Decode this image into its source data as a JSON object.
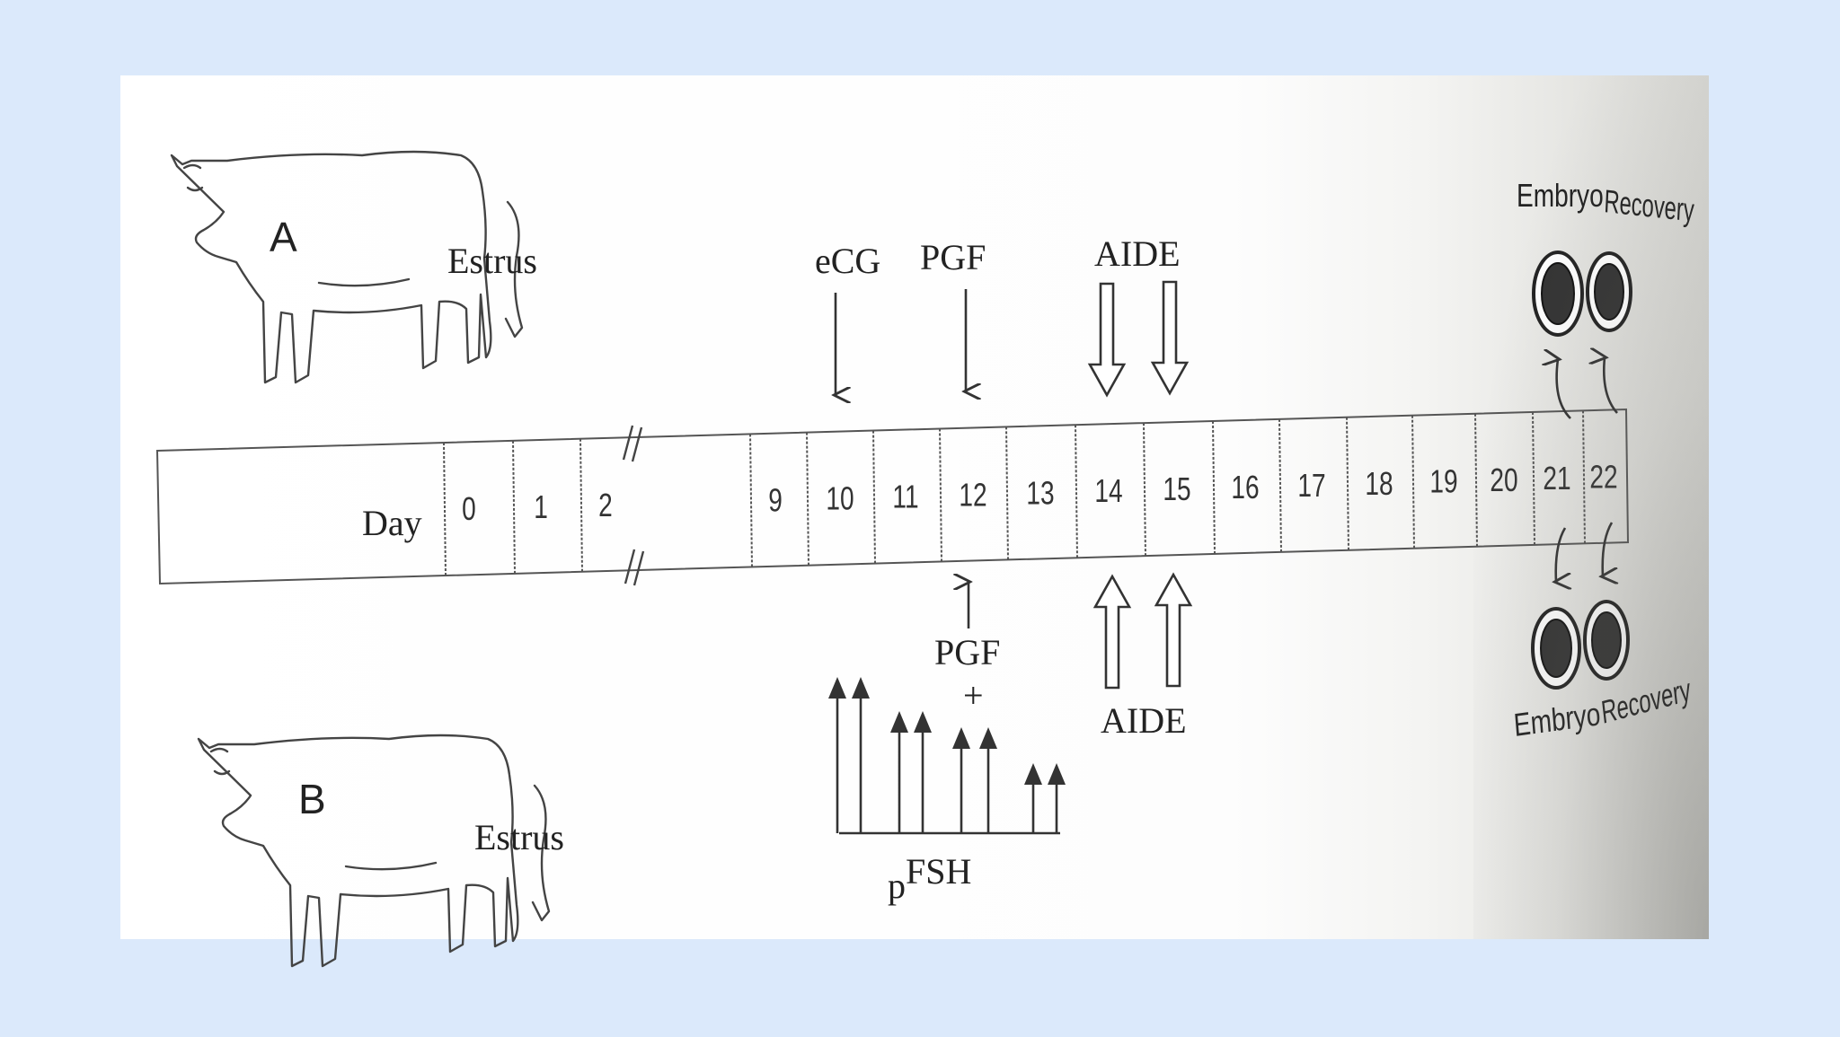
{
  "cows": {
    "a": {
      "label": "A",
      "event": "Estrus"
    },
    "b": {
      "label": "B",
      "event": "Estrus"
    }
  },
  "timeline": {
    "label": "Day",
    "days": [
      "0",
      "1",
      "2",
      "9",
      "10",
      "11",
      "12",
      "13",
      "14",
      "15",
      "16",
      "17",
      "18",
      "19",
      "20",
      "21",
      "22"
    ]
  },
  "top_events": {
    "ecg": "eCG",
    "pgf": "PGF",
    "aide": "AIDE",
    "embryo": "Embryo",
    "recovery": "Recovery"
  },
  "bottom_events": {
    "pgf": "PGF",
    "plus": "+",
    "aide": "AIDE",
    "pfsh_prefix": "p",
    "pfsh": "FSH",
    "embryo": "Embryo",
    "recovery": "Recovery"
  }
}
